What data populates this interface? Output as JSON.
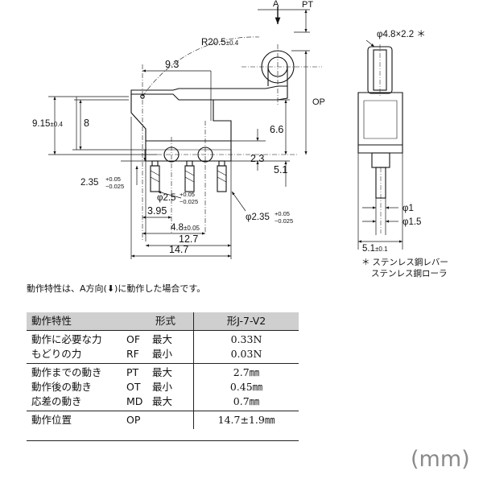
{
  "drawing": {
    "label_A": "A",
    "label_PT": "PT",
    "label_OP": "OP",
    "radius": "R20.5",
    "radius_tol": "±0.4",
    "dim_9_3": "9.3",
    "dim_9_15": "9.15",
    "dim_9_15_tol": "±0.4",
    "dim_8": "8",
    "dim_6_6": "6.6",
    "dim_2_3": "2.3",
    "dim_5_1": "5.1",
    "dim_2_35": "2.35",
    "dim_2_35_tol_hi": "+0.05",
    "dim_2_35_tol_lo": "−0.025",
    "dia_2_5": "φ2.5",
    "dia_2_5_tol_hi": "+0.05",
    "dia_2_5_tol_lo": "−0.025",
    "dim_3_95": "3.95",
    "dim_4_8": "4.8",
    "dim_4_8_tol": "±0.05",
    "dim_12_7": "12.7",
    "dim_14_7": "14.7",
    "dia_2_35": "φ2.35",
    "dia_2_35_tol_hi": "+0.05",
    "dia_2_35_tol_lo": "−0.025",
    "roller_dia": "φ4.8×2.2 ＊",
    "dia_1": "φ1",
    "dia_1_5": "φ1.5",
    "side_5_1": "5.1",
    "side_5_1_tol": "±0.1",
    "footnote_1": "＊ ステンレス鋼レバー",
    "footnote_2": "ステンレス鋼ローラ"
  },
  "note": "動作特性は、A方向(⬇)に動作した場合です。",
  "table": {
    "header_left": "動作特性",
    "header_mid": "形式",
    "header_right": "形J-7-V2",
    "rows": [
      {
        "label": "動作に必要な力",
        "code": "OF",
        "limit": "最大",
        "value": "0.33N"
      },
      {
        "label": "もどりの力",
        "code": "RF",
        "limit": "最小",
        "value": "0.03N"
      },
      {
        "label": "動作までの動き",
        "code": "PT",
        "limit": "最大",
        "value": "2.7㎜"
      },
      {
        "label": "動作後の動き",
        "code": "OT",
        "limit": "最小",
        "value": "0.45㎜"
      },
      {
        "label": "応差の動き",
        "code": "MD",
        "limit": "最大",
        "value": "0.7㎜"
      },
      {
        "label": "動作位置",
        "code": "OP",
        "limit": "",
        "value": "14.7±1.9㎜"
      }
    ]
  },
  "unit": "(mm)"
}
